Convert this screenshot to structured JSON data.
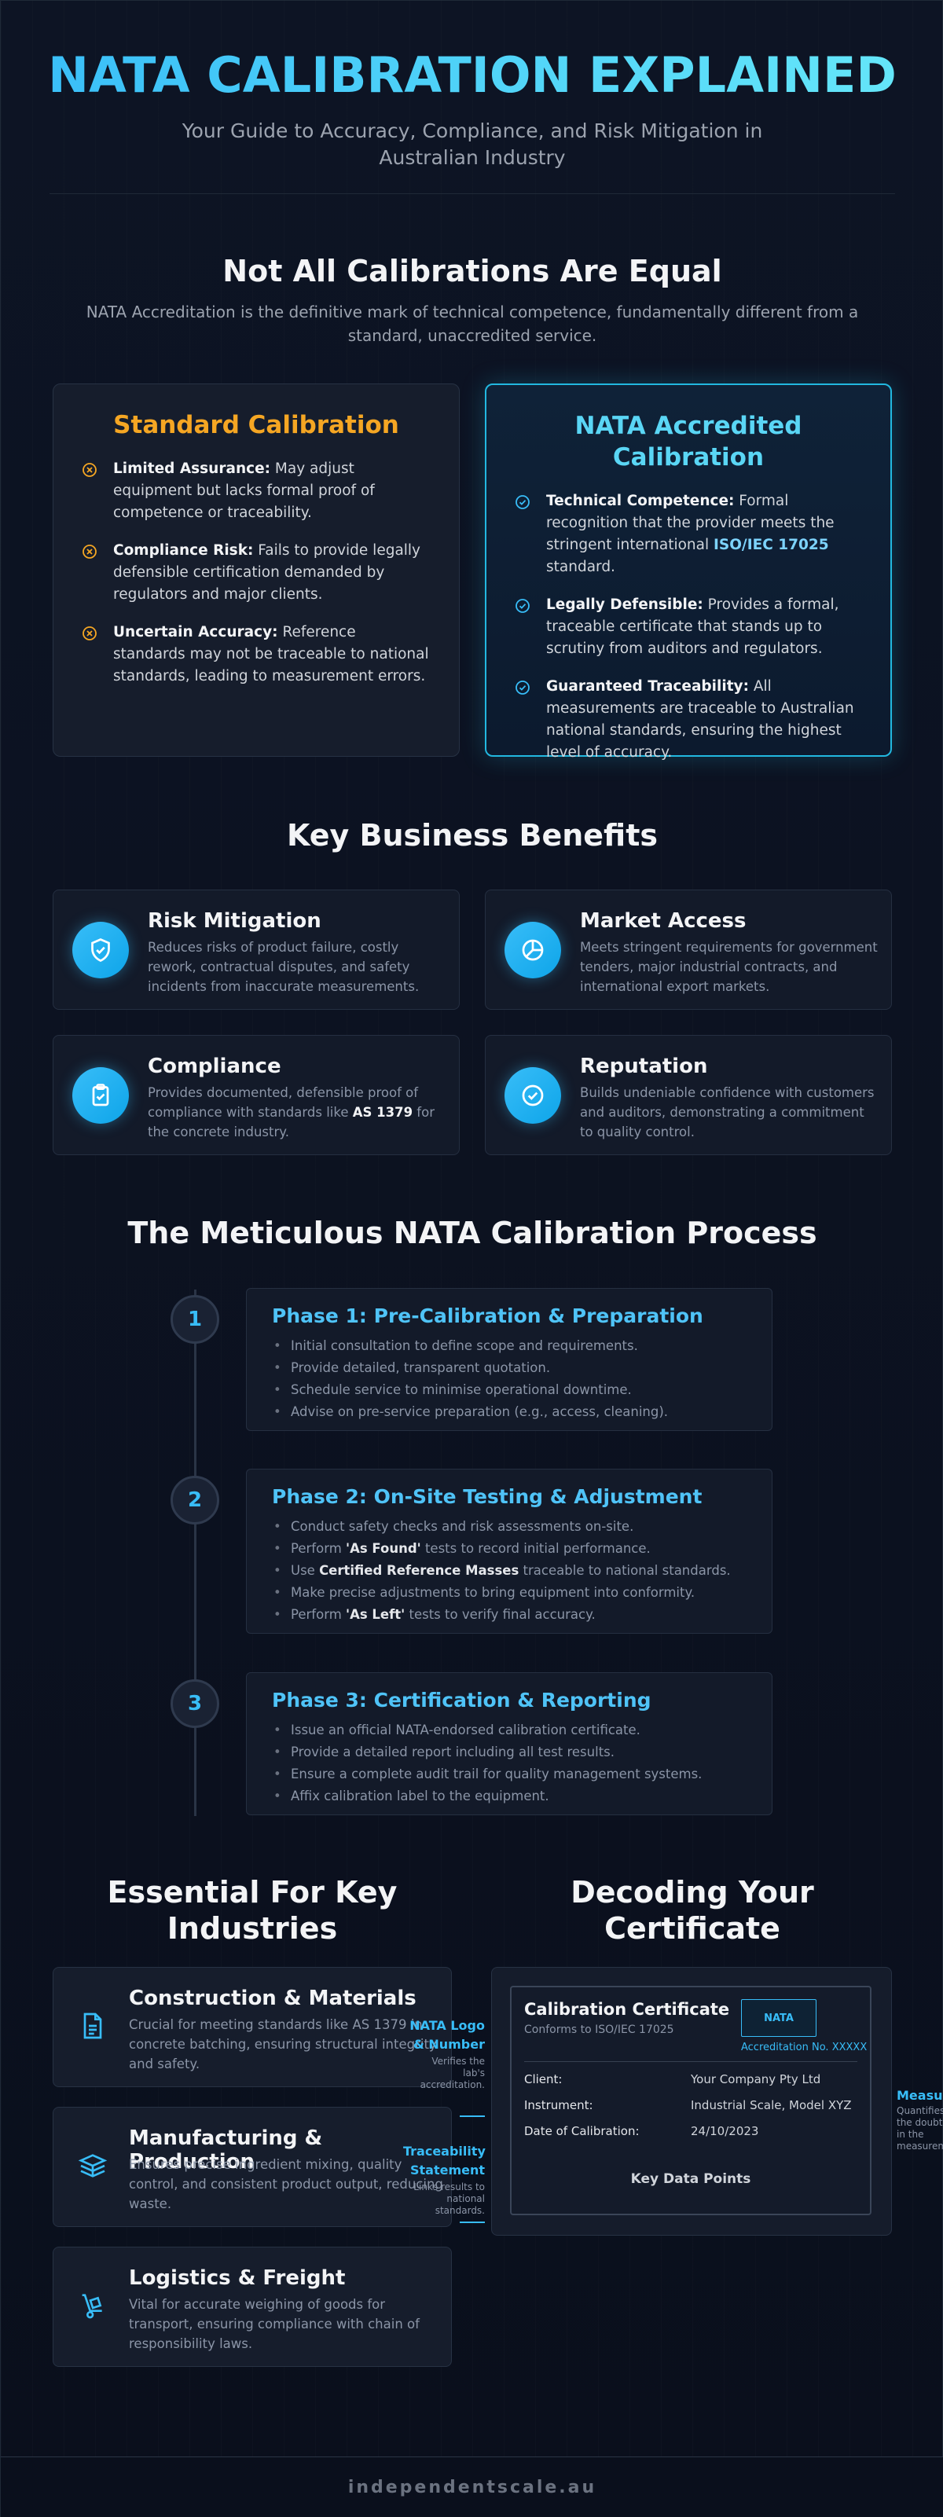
{
  "header": {
    "title": "NATA CALIBRATION EXPLAINED",
    "subtitle": "Your Guide to Accuracy, Compliance, and Risk Mitigation in Australian Industry"
  },
  "comparison": {
    "title": "Not All Calibrations Are Equal",
    "subtitle": "NATA Accreditation is the definitive mark of technical competence, fundamentally different from a standard, unaccredited service.",
    "standard": {
      "title": "Standard Calibration",
      "items": [
        {
          "bold": "Limited Assurance:",
          "text": " May adjust equipment but lacks formal proof of competence or traceability."
        },
        {
          "bold": "Compliance Risk:",
          "text": " Fails to provide legally defensible certification demanded by regulators and major clients."
        },
        {
          "bold": "Uncertain Accuracy:",
          "text": " Reference standards may not be traceable to national standards, leading to measurement errors."
        }
      ]
    },
    "nata": {
      "title": "NATA Accredited Calibration",
      "items": [
        {
          "bold": "Technical Competence:",
          "text": " Formal recognition that the provider meets the stringent international ",
          "highlight": "ISO/IEC 17025",
          "tail": " standard."
        },
        {
          "bold": "Legally Defensible:",
          "text": " Provides a formal, traceable certificate that stands up to scrutiny from auditors and regulators."
        },
        {
          "bold": "Guaranteed Traceability:",
          "text": " All measurements are traceable to Australian national standards, ensuring the highest level of accuracy."
        }
      ]
    }
  },
  "benefits": {
    "title": "Key Business Benefits",
    "items": [
      {
        "icon": "shield-check-icon",
        "title": "Risk Mitigation",
        "text": "Reduces risks of product failure, costly rework, contractual disputes, and safety incidents from inaccurate measurements."
      },
      {
        "icon": "pie-chart-icon",
        "title": "Market Access",
        "text": "Meets stringent requirements for government tenders, major industrial contracts, and international export markets."
      },
      {
        "icon": "clipboard-check-icon",
        "title": "Compliance",
        "text_before": "Provides documented, defensible proof of compliance with standards like ",
        "bold": "AS 1379",
        "text_after": " for the concrete industry."
      },
      {
        "icon": "check-circle-icon",
        "title": "Reputation",
        "text": "Builds undeniable confidence with customers and auditors, demonstrating a commitment to quality control."
      }
    ]
  },
  "process": {
    "title": "The Meticulous NATA Calibration Process",
    "phases": [
      {
        "num": "1",
        "title": "Phase 1: Pre-Calibration & Preparation",
        "items": [
          {
            "pre": "Initial consultation to define scope and requirements."
          },
          {
            "pre": "Provide detailed, transparent quotation."
          },
          {
            "pre": "Schedule service to minimise operational downtime."
          },
          {
            "pre": "Advise on pre-service preparation (e.g., access, cleaning)."
          }
        ]
      },
      {
        "num": "2",
        "title": "Phase 2: On-Site Testing & Adjustment",
        "items": [
          {
            "pre": "Conduct safety checks and risk assessments on-site."
          },
          {
            "pre": "Perform ",
            "bold": "'As Found'",
            "post": " tests to record initial performance."
          },
          {
            "pre": "Use ",
            "bold": "Certified Reference Masses",
            "post": " traceable to national standards."
          },
          {
            "pre": "Make precise adjustments to bring equipment into conformity."
          },
          {
            "pre": "Perform ",
            "bold": "'As Left'",
            "post": " tests to verify final accuracy."
          }
        ]
      },
      {
        "num": "3",
        "title": "Phase 3: Certification & Reporting",
        "items": [
          {
            "pre": "Issue an official NATA-endorsed calibration certificate."
          },
          {
            "pre": "Provide a detailed report including all test results."
          },
          {
            "pre": "Ensure a complete audit trail for quality management systems."
          },
          {
            "pre": "Affix calibration label to the equipment."
          }
        ]
      }
    ]
  },
  "industries": {
    "title": "Essential For Key Industries",
    "items": [
      {
        "icon": "document-icon",
        "title": "Construction & Materials",
        "text": "Crucial for meeting standards like AS 1379 in concrete batching, ensuring structural integrity and safety."
      },
      {
        "icon": "layers-icon",
        "title": "Manufacturing & Production",
        "text": "Ensures precise ingredient mixing, quality control, and consistent product output, reducing waste."
      },
      {
        "icon": "hand-truck-icon",
        "title": "Logistics & Freight",
        "text": "Vital for accurate weighing of goods for transport, ensuring compliance with chain of responsibility laws."
      }
    ]
  },
  "certificate": {
    "section_title": "Decoding Your Certificate",
    "title": "Calibration Certificate",
    "subtitle": "Conforms to ISO/IEC 17025",
    "logo": "NATA",
    "accreditation": "Accreditation No. XXXXX",
    "rows": [
      {
        "label": "Client:",
        "value": "Your Company Pty Ltd"
      },
      {
        "label": "Instrument:",
        "value": "Industrial Scale, Model XYZ"
      },
      {
        "label": "Date of Calibration:",
        "value": "24/10/2023"
      }
    ],
    "key_points": "Key Data Points",
    "annotations": {
      "logo": {
        "title": "NATA Logo & Number",
        "text": "Verifies the lab's accreditation."
      },
      "traceability": {
        "title": "Traceability Statement",
        "text": "Links results to national standards."
      },
      "uncertainty": {
        "title": "Measurement Uncertainty",
        "text": "Quantifies the doubt in the measurement."
      }
    }
  },
  "footer": {
    "text": "independentscale.au"
  },
  "colors": {
    "accent": "#38bdf8",
    "warning": "#f5a623",
    "background": "#0b1120"
  }
}
